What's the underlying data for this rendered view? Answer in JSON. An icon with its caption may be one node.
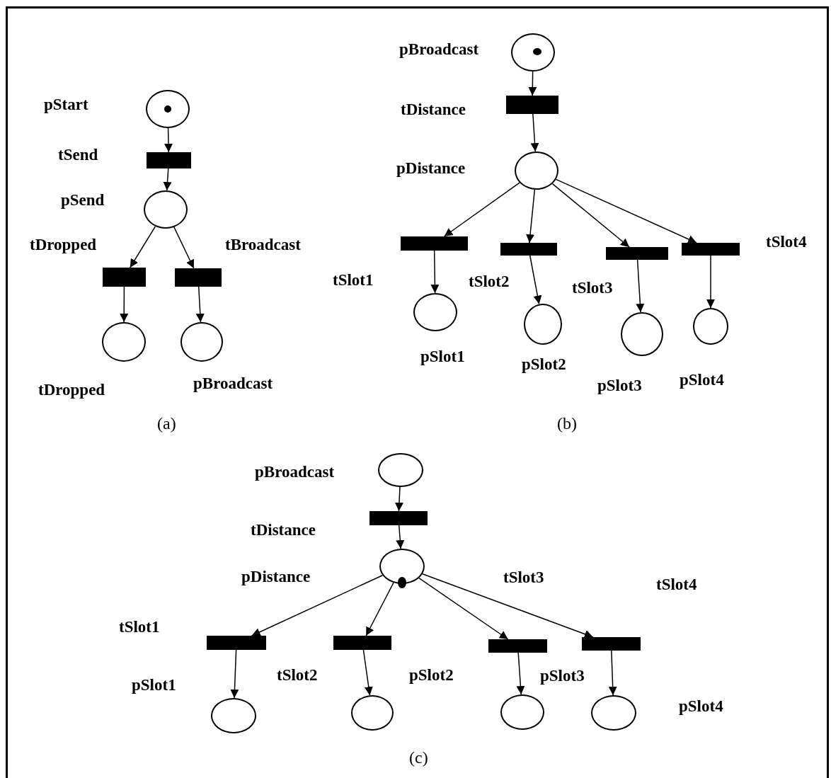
{
  "diagram": {
    "nodes": [
      {
        "text": [],
        "shape": "circle"
      },
      {
        "text": [],
        "shape": "bar"
      },
      {
        "text": [],
        "shape": "circle"
      },
      {
        "text": [],
        "shape": "bar"
      },
      {
        "text": [],
        "shape": "bar"
      },
      {
        "text": [],
        "shape": "circle"
      },
      {
        "text": [],
        "shape": "circle"
      },
      {
        "text": [],
        "shape": "circle"
      },
      {
        "text": [],
        "shape": "bar"
      },
      {
        "text": [],
        "shape": "circle"
      },
      {
        "text": [],
        "shape": "bar"
      },
      {
        "text": [],
        "shape": "bar"
      },
      {
        "text": [],
        "shape": "bar"
      },
      {
        "text": [],
        "shape": "bar"
      },
      {
        "text": [],
        "shape": "circle"
      },
      {
        "text": [],
        "shape": "circle"
      },
      {
        "text": [],
        "shape": "circle"
      },
      {
        "text": [],
        "shape": "circle"
      },
      {
        "text": [],
        "shape": "circle"
      },
      {
        "text": [],
        "shape": "bar"
      },
      {
        "text": [],
        "shape": "circle"
      },
      {
        "text": [],
        "shape": "bar"
      },
      {
        "text": [],
        "shape": "bar"
      },
      {
        "text": [],
        "shape": "bar"
      },
      {
        "text": [],
        "shape": "bar"
      },
      {
        "text": [],
        "shape": "circle"
      },
      {
        "text": [],
        "shape": "circle"
      },
      {
        "text": [],
        "shape": "circle"
      },
      {
        "text": [],
        "shape": "circle"
      },
      {
        "text": [],
        "shape": "dot",
        "in": 0
      },
      {
        "text": [],
        "shape": "dot",
        "in": 7
      },
      {
        "text": [],
        "shape": "dot"
      }
    ],
    "edges": [
      {
        "from": 0,
        "to": 1,
        "arrow": "to"
      },
      {
        "from": 1,
        "to": 2,
        "arrow": "to"
      },
      {
        "from": 2,
        "to": 3,
        "arrow": "to"
      },
      {
        "from": 2,
        "to": 4,
        "arrow": "to"
      },
      {
        "from": 3,
        "to": 5,
        "arrow": "to"
      },
      {
        "from": 4,
        "to": 6,
        "arrow": "to"
      },
      {
        "from": 7,
        "to": 8,
        "arrow": "to"
      },
      {
        "from": 8,
        "to": 9,
        "arrow": "to"
      },
      {
        "from": 9,
        "to": 10,
        "arrow": "to"
      },
      {
        "from": 9,
        "to": 11,
        "arrow": "to"
      },
      {
        "from": 9,
        "to": 12,
        "arrow": "to"
      },
      {
        "from": 9,
        "to": 13,
        "arrow": "to"
      },
      {
        "from": 10,
        "to": 14,
        "arrow": "to"
      },
      {
        "from": 11,
        "to": 15,
        "arrow": "to"
      },
      {
        "from": 12,
        "to": 16,
        "arrow": "to"
      },
      {
        "from": 13,
        "to": 17,
        "arrow": "to"
      },
      {
        "from": 18,
        "to": 19,
        "arrow": "to"
      },
      {
        "from": 19,
        "to": 20,
        "arrow": "to"
      },
      {
        "from": 20,
        "to": 21,
        "arrow": "to"
      },
      {
        "from": 20,
        "to": 22,
        "arrow": "to"
      },
      {
        "from": 20,
        "to": 23,
        "arrow": "to"
      },
      {
        "from": 20,
        "to": 24,
        "arrow": "to"
      },
      {
        "from": 21,
        "to": 25,
        "arrow": "to"
      },
      {
        "from": 22,
        "to": 26,
        "arrow": "to"
      },
      {
        "from": 23,
        "to": 27,
        "arrow": "to"
      },
      {
        "from": 24,
        "to": 28,
        "arrow": "to"
      }
    ],
    "labels": [
      "pStart",
      "tSend",
      "pSend",
      "tDropped",
      "tBroadcast",
      "tDropped",
      "pBroadcast",
      "(a)",
      "pBroadcast",
      "tDistance",
      "pDistance",
      "tSlot4",
      "tSlot1",
      "tSlot2",
      "tSlot3",
      "pSlot1",
      "pSlot2",
      "pSlot3",
      "pSlot4",
      "(b)",
      "pBroadcast",
      "tDistance",
      "pDistance",
      "tSlot3",
      "tSlot4",
      "tSlot1",
      "tSlot2",
      "pSlot2",
      "pSlot3",
      "pSlot1",
      "pSlot4",
      "(c)"
    ]
  }
}
